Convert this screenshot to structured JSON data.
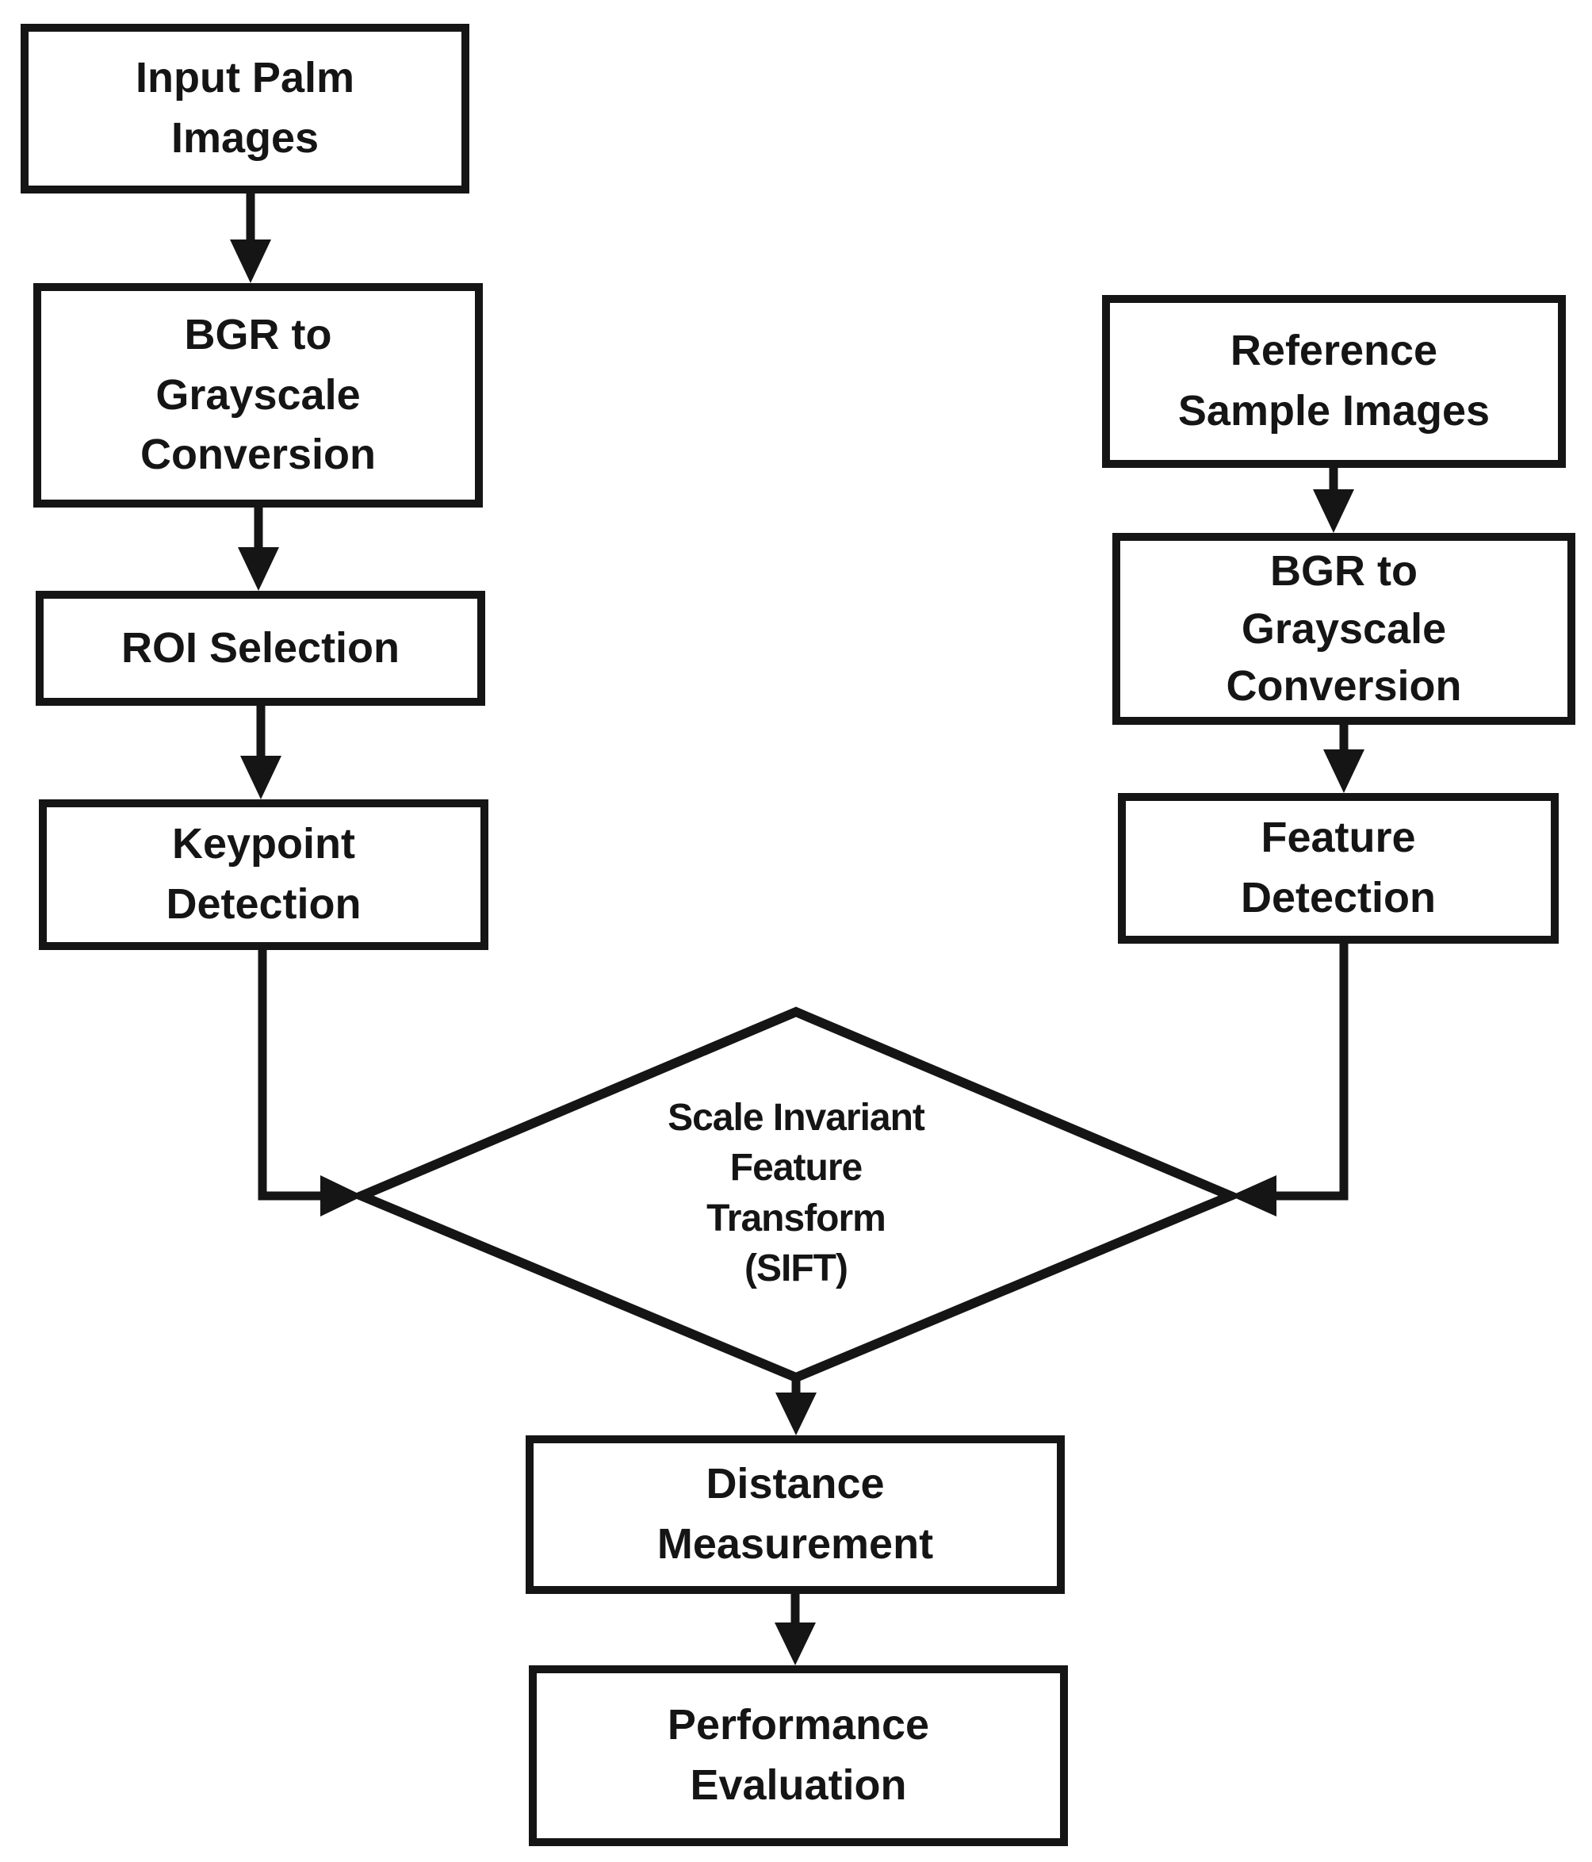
{
  "colors": {
    "background": "#ffffff",
    "stroke": "#151515",
    "text": "#151515",
    "node_fill": "#ffffff"
  },
  "nodes": {
    "input_palm": {
      "label": "Input Palm\nImages"
    },
    "bgr_left": {
      "label": "BGR to\nGrayscale\nConversion"
    },
    "roi": {
      "label": "ROI Selection"
    },
    "keypoint": {
      "label": "Keypoint\nDetection"
    },
    "reference": {
      "label": "Reference\nSample Images"
    },
    "bgr_right": {
      "label": "BGR to\nGrayscale\nConversion"
    },
    "feature": {
      "label": "Feature\nDetection"
    },
    "sift": {
      "label": "Scale Invariant\nFeature\nTransform\n(SIFT)"
    },
    "distance": {
      "label": "Distance\nMeasurement"
    },
    "performance": {
      "label": "Performance\nEvaluation"
    }
  }
}
